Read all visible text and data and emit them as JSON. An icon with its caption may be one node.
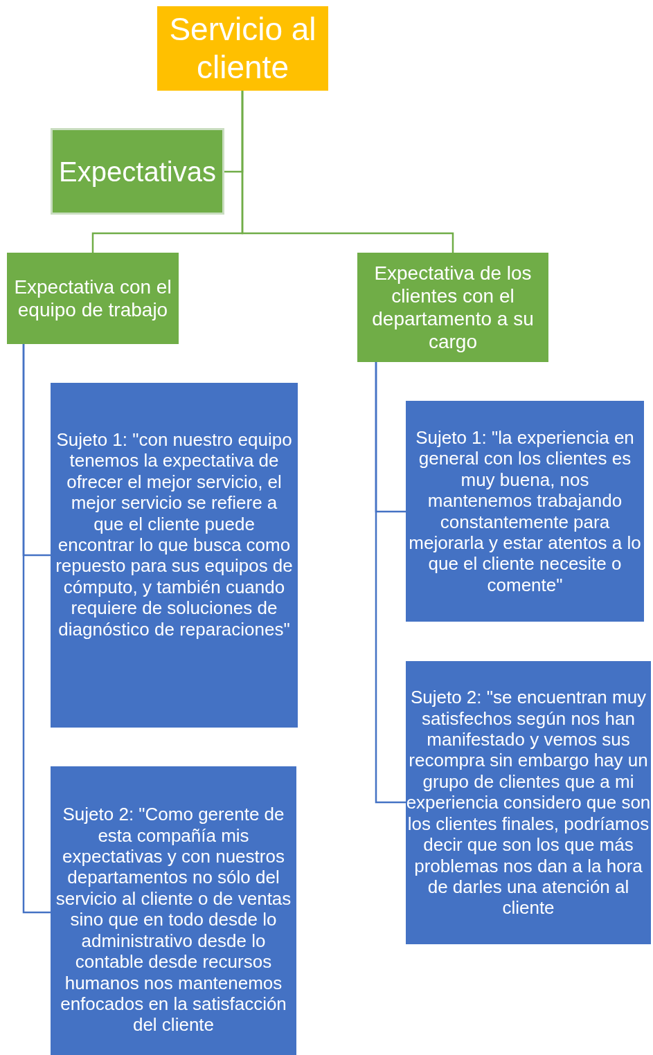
{
  "diagram": {
    "nodes": [
      {
        "text": [
          "Servicio al cliente"
        ]
      },
      {
        "text": [
          "Expectativas"
        ]
      },
      {
        "text": [
          "Expectativa con el equipo de trabajo"
        ]
      },
      {
        "text": [
          "Expectativa de los clientes con el departamento a su cargo"
        ]
      },
      {
        "text": [
          "Sujeto 1: \"con nuestro equipo tenemos la expectativa de ofrecer el mejor servicio, el mejor servicio se refiere a que el cliente puede encontrar lo que busca como repuesto para sus equipos de cómputo, y también cuando requiere de soluciones de diagnóstico de reparaciones\""
        ]
      },
      {
        "text": [
          "Sujeto 2: \"Como gerente de esta compañía mis expectativas y con nuestros departamentos no sólo del servicio al cliente o de ventas sino que en todo desde lo administrativo desde lo contable desde recursos humanos nos mantenemos enfocados en la satisfacción del cliente"
        ]
      },
      {
        "text": [
          "Sujeto 1: \"la experiencia en general con los clientes es muy buena, nos mantenemos trabajando constantemente para mejorarla y estar atentos a lo que el cliente necesite o comente\""
        ]
      },
      {
        "text": [
          "Sujeto 2: \"se encuentran muy satisfechos según nos han manifestado y vemos sus recompra sin embargo hay un grupo de clientes que a mi experiencia considero que son los clientes finales, podríamos decir que son los que más problemas nos dan a la hora de darles una atención al cliente"
        ]
      }
    ],
    "edges": [
      {
        "from": 0,
        "to": 1,
        "arrow": "none",
        "color": "#70ad47"
      },
      {
        "from": 0,
        "to": 2,
        "arrow": "none",
        "color": "#70ad47"
      },
      {
        "from": 0,
        "to": 3,
        "arrow": "none",
        "color": "#70ad47"
      },
      {
        "from": 2,
        "to": 4,
        "arrow": "none"
      },
      {
        "from": 2,
        "to": 5,
        "arrow": "none"
      },
      {
        "from": 3,
        "to": 6,
        "arrow": "none"
      },
      {
        "from": 3,
        "to": 7,
        "arrow": "none"
      }
    ]
  }
}
